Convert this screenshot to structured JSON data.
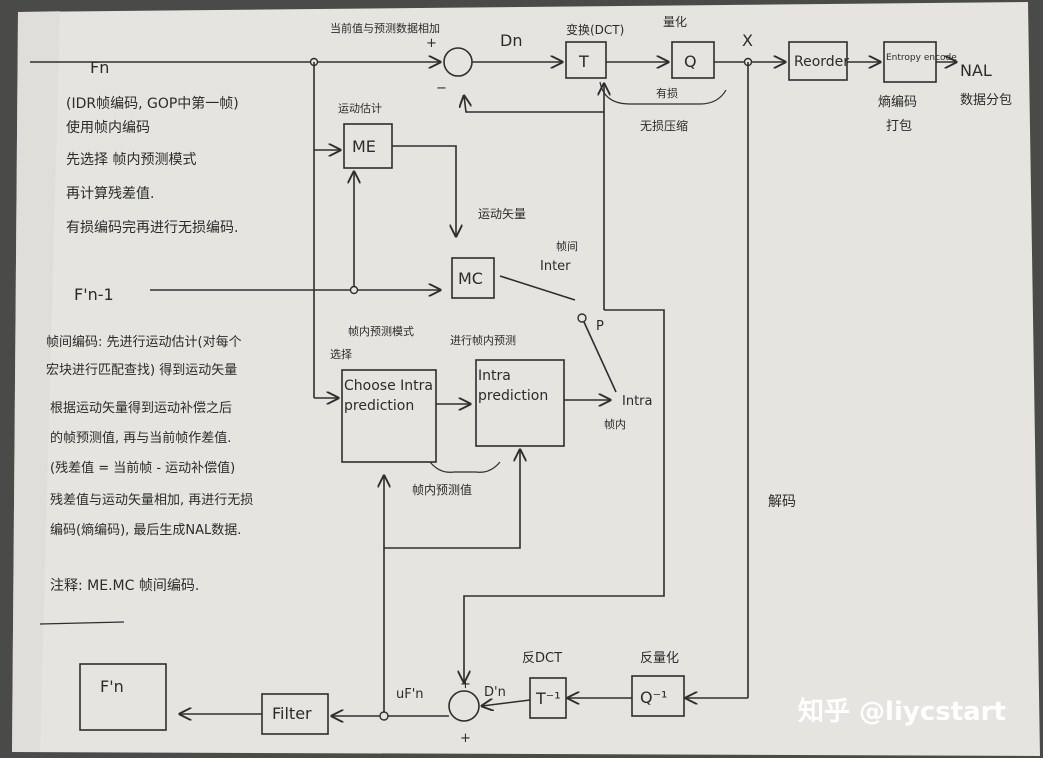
{
  "watermark": "知乎 @liycstart",
  "inputs": {
    "fn": "Fn",
    "fn_ref": "F'n-1"
  },
  "blocks": {
    "me": "ME",
    "mc": "MC",
    "t": "T",
    "q": "Q",
    "reorder": "Reorder",
    "entropy": "Entropy encode",
    "nal": "NAL",
    "choose_intra": "Choose Intra prediction",
    "intra_pred": "Intra prediction",
    "inv_q": "Q⁻¹",
    "inv_t": "T⁻¹",
    "filter": "Filter",
    "fn_out": "F'n"
  },
  "labels": {
    "dn": "Dn",
    "dn_prime": "D'n",
    "ufn": "uF'n",
    "p": "P",
    "inter": "Inter",
    "intra": "Intra",
    "x": "X",
    "plus1": "+",
    "minus1": "−",
    "plus2": "+",
    "plus3": "+",
    "ann_residual": "当前值与预测数据相加",
    "ann_dct": "变换(DCT)",
    "ann_quant": "量化",
    "ann_lossy": "有损",
    "ann_lossless": "无损压缩",
    "ann_me": "运动估计",
    "ann_mv": "运动矢量",
    "ann_inter_cn": "帧间",
    "ann_intra_cn": "帧内",
    "ann_intra_mode": "帧内预测模式",
    "ann_intra_mode_sel": "选择",
    "ann_intra_pred": "进行帧内预测",
    "ann_pred_val": "帧内预测值",
    "ann_entropy": "熵编码",
    "ann_pack": "打包",
    "ann_nal": "数据分包",
    "ann_idct": "反DCT",
    "ann_iq": "反量化",
    "ann_decode": "解码"
  },
  "notes": [
    "(IDR帧编码, GOP中第一帧)",
    "使用帧内编码",
    "先选择 帧内预测模式",
    "再计算残差值.",
    "有损编码完再进行无损编码.",
    "帧间编码: 先进行运动估计(对每个",
    "宏块进行匹配查找) 得到运动矢量",
    "根据运动矢量得到运动补偿之后",
    "的帧预测值, 再与当前帧作差值.",
    "(残差值 = 当前帧 - 运动补偿值)",
    "残差值与运动矢量相加, 再进行无损",
    "编码(熵编码), 最后生成NAL数据.",
    "注释: ME.MC 帧间编码."
  ]
}
